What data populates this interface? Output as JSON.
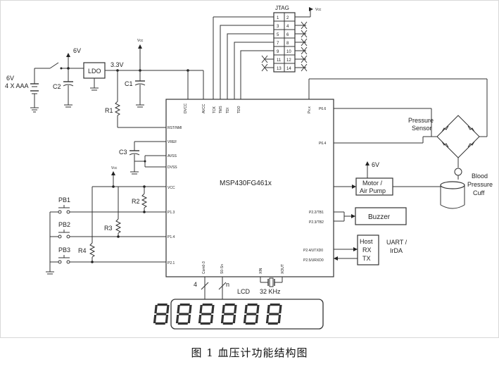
{
  "caption": "图 1  血压计功能结构图",
  "power": {
    "battery_voltage": "6V",
    "battery_type": "4 X AAA",
    "rail_6v": "6V",
    "rail_3v3": "3.3V",
    "ldo": "LDO",
    "vcc": "Vᴄᴄ"
  },
  "components": {
    "c1": "C1",
    "c2": "C2",
    "c3": "C3",
    "r1": "R1",
    "r2": "R2",
    "r3": "R3",
    "r4": "R4",
    "pb1": "PB1",
    "pb2": "PB2",
    "pb3": "PB3"
  },
  "mcu": {
    "name": "MSP430FG461x",
    "pins_top": [
      "DVCC",
      "AVCC",
      "TCK",
      "TMS",
      "TDI",
      "TDO",
      "Px.x"
    ],
    "pins_left": [
      "RST/NMI",
      "VREF",
      "AVSS",
      "DVSS",
      "VCC",
      "P1.3",
      "P1.4",
      "P2.1"
    ],
    "pins_right": [
      "P6.6",
      "P6.4",
      "P2.2/TB1",
      "P2.3/TB2",
      "P2.4/UTXD0",
      "P2.5/URXD0"
    ],
    "pins_bottom": [
      "Com0-3",
      "S0-Sn",
      "XIN",
      "XOUT"
    ]
  },
  "jtag": {
    "title": "JTAG",
    "pins": [
      [
        "1",
        "2"
      ],
      [
        "3",
        "4"
      ],
      [
        "5",
        "6"
      ],
      [
        "7",
        "8"
      ],
      [
        "9",
        "10"
      ],
      [
        "11",
        "12"
      ],
      [
        "13",
        "14"
      ]
    ],
    "vcc": "Vᴄᴄ"
  },
  "peripherals": {
    "pressure_sensor": [
      "Pressure",
      "Sensor"
    ],
    "motor": [
      "Motor /",
      "Air Pump"
    ],
    "motor_supply": "6V",
    "cuff": [
      "Blood",
      "Pressure",
      "Cuff"
    ],
    "buzzer": "Buzzer",
    "host": [
      "Host",
      "RX",
      "TX"
    ],
    "uart": [
      "UART /",
      "IrDA"
    ],
    "crystal": "32 KHz",
    "lcd": "LCD",
    "bus_com": "4",
    "bus_seg": "n"
  }
}
